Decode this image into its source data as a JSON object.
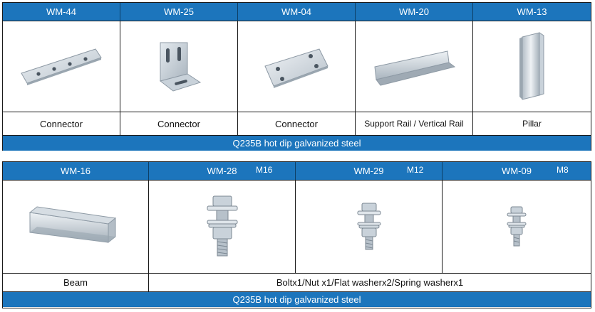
{
  "table1": {
    "columns": [
      {
        "code": "WM-44",
        "label": "Connector",
        "icon": "perforated-flat-plate-icon"
      },
      {
        "code": "WM-25",
        "label": "Connector",
        "icon": "l-bracket-connector-icon"
      },
      {
        "code": "WM-04",
        "label": "Connector",
        "icon": "four-hole-plate-icon"
      },
      {
        "code": "WM-20",
        "label": "Support Rail / Vertical Rail",
        "icon": "angle-rail-icon"
      },
      {
        "code": "WM-13",
        "label": "Pillar",
        "icon": "channel-pillar-icon"
      }
    ],
    "footer": "Q235B hot dip galvanized steel"
  },
  "table2": {
    "columns": [
      {
        "code": "WM-16",
        "size": "",
        "icon": "c-channel-beam-icon"
      },
      {
        "code": "WM-28",
        "size": "M16",
        "icon": "bolt-set-large-icon"
      },
      {
        "code": "WM-29",
        "size": "M12",
        "icon": "bolt-set-medium-icon"
      },
      {
        "code": "WM-09",
        "size": "M8",
        "icon": "bolt-set-small-icon"
      }
    ],
    "beam_label": "Beam",
    "bolt_label": "Boltx1/Nut x1/Flat washerx2/Spring washerx1",
    "footer": "Q235B hot dip galvanized steel"
  },
  "colors": {
    "header_blue": "#1c75bc",
    "metal": "#c9d2da",
    "border": "#1a1a1a"
  }
}
